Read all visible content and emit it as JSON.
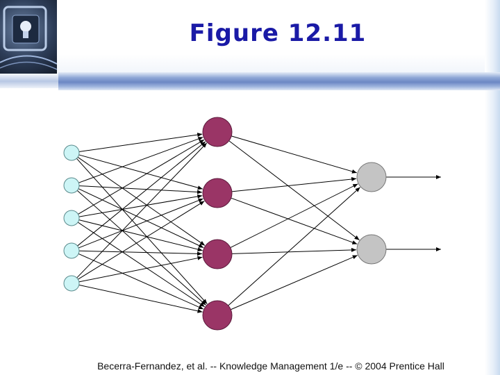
{
  "slide": {
    "title": "Figure 12.11",
    "footer": "Becerra-Fernandez, et al. -- Knowledge Management 1/e -- © 2004 Prentice Hall"
  },
  "network": {
    "input_nodes": 5,
    "hidden_nodes": 4,
    "output_nodes": 2,
    "input_color": "#cdf5f6",
    "hidden_color": "#9a3566",
    "output_color": "#c4c4c4",
    "line_color": "#000000"
  }
}
